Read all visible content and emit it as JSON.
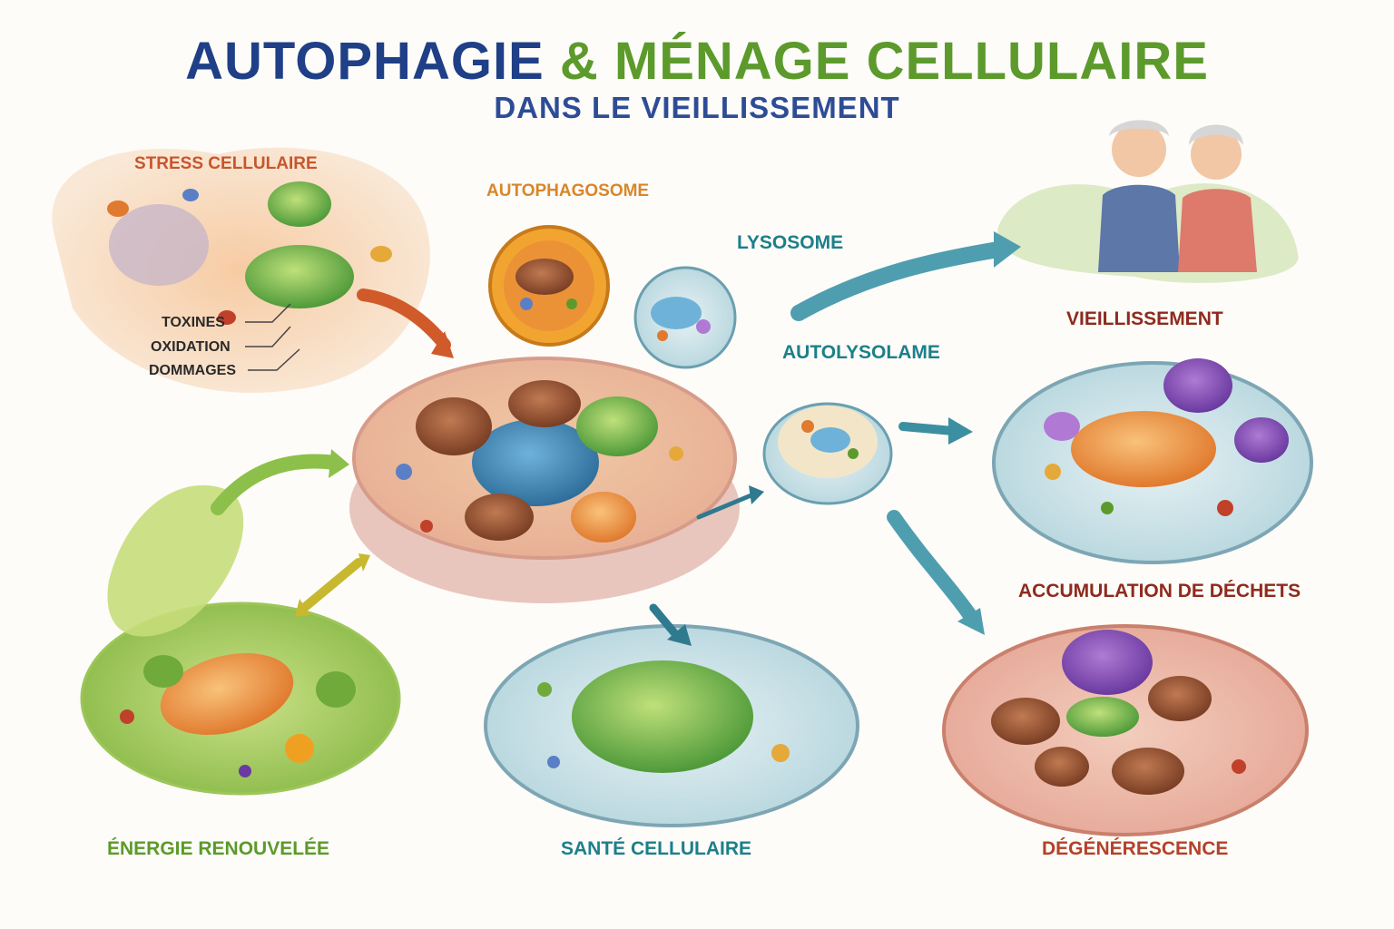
{
  "title": {
    "part1": "AUTOPHAGIE",
    "amp": "&",
    "part2": "MÉNAGE CELLULAIRE",
    "subtitle": "DANS LE VIEILLISSEMENT"
  },
  "labels": {
    "stress": "STRESS CELLULAIRE",
    "toxines": "TOXINES",
    "oxidation": "OXIDATION",
    "dommages": "DOMMAGES",
    "autophagosome": "AUTOPHAGOSOME",
    "lysosome": "LYSOSOME",
    "autolysosome": "AUTOLYSOLAME",
    "vieillissement": "VIEILLISSEMENT",
    "accumulation": "ACCUMULATION DE DÉCHETS",
    "energie": "ÉNERGIE RENOUVELÉE",
    "sante": "SANTÉ CELLULAIRE",
    "degenerescence": "DÉGÉNÉRESCENCE"
  },
  "colors": {
    "navy": "#1f3f87",
    "green": "#5c9a2c",
    "orange": "#d9862a",
    "teal": "#1c7f8a",
    "red": "#b3412a",
    "dark_red": "#8e2a1e"
  }
}
